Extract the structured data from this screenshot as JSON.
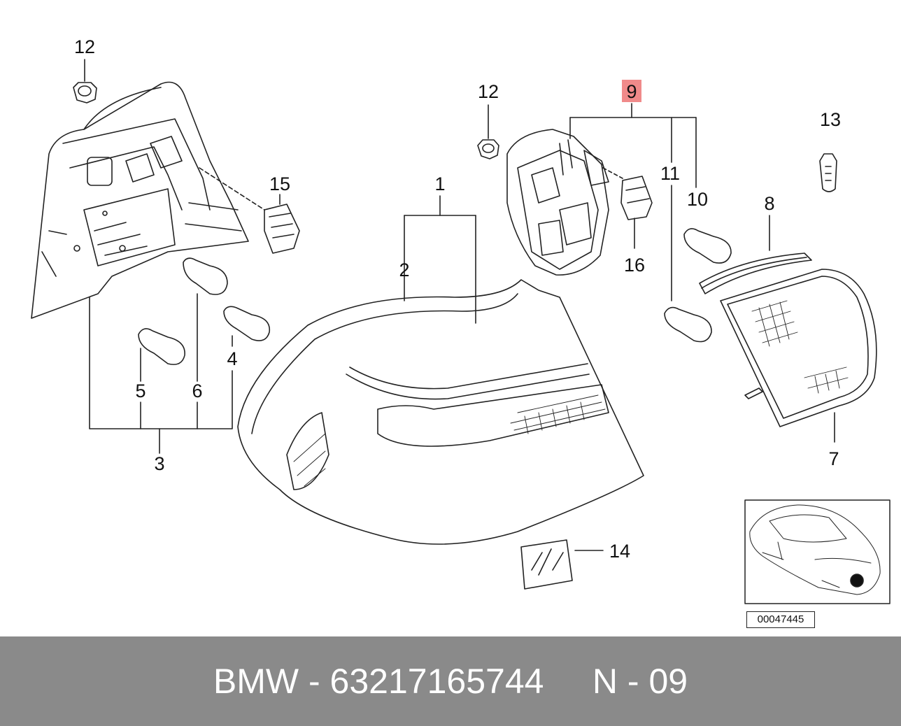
{
  "callouts": {
    "c1": "1",
    "c2": "2",
    "c3": "3",
    "c4": "4",
    "c5": "5",
    "c6": "6",
    "c7": "7",
    "c8": "8",
    "c9": "9",
    "c10": "10",
    "c11": "11",
    "c12a": "12",
    "c12b": "12",
    "c13": "13",
    "c14": "14",
    "c15": "15",
    "c16": "16"
  },
  "highlight_color": "#f08a8a",
  "reference_code": "00047445",
  "footer": {
    "brand": "BMW",
    "separator1": " - ",
    "part_number": "63217165744",
    "gap": "     ",
    "position_prefix": "N",
    "separator2": " - ",
    "position_number": "09"
  }
}
